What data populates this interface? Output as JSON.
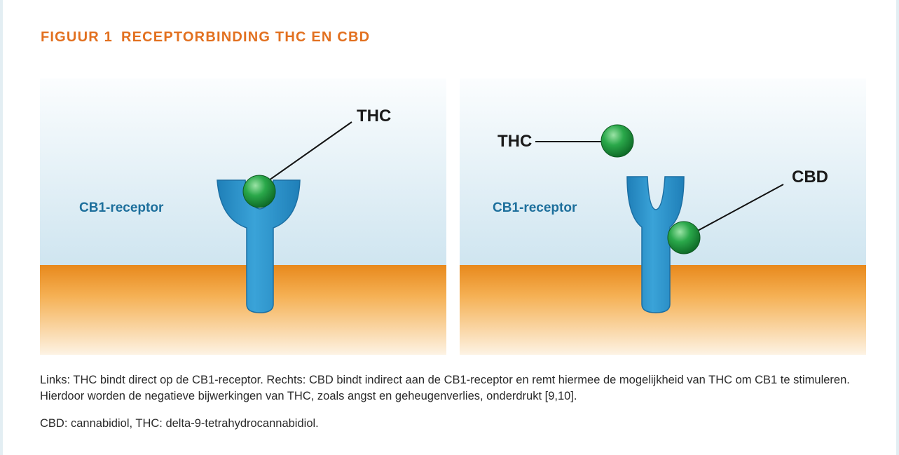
{
  "figure": {
    "number": "FIGUUR 1",
    "title": "RECEPTORBINDING THC EN CBD"
  },
  "panels": {
    "left": {
      "receptor_label": "CB1-receptor",
      "ligand_label": "THC"
    },
    "right": {
      "receptor_label": "CB1-receptor",
      "ligand_label_1": "THC",
      "ligand_label_2": "CBD"
    }
  },
  "captions": {
    "main": "Links: THC bindt direct op de CB1-receptor. Rechts: CBD bindt indirect aan de CB1-receptor en remt hiermee de mogelijkheid van THC om CB1 te stimuleren. Hierdoor worden de negatieve bijwerkingen van THC, zoals angst en geheugenverlies, onderdrukt [9,10].",
    "abbreviations": "CBD: cannabidiol, THC: delta-9-tetrahydrocannabidiol."
  },
  "colors": {
    "title": "#e2701f",
    "receptor": "#2f9ad2",
    "receptor_label": "#1d6f9c",
    "ligand": "#1e9a3c",
    "membrane": "#f4a43a",
    "sky_top": "#ffffff",
    "sky_bottom": "#cfe5f0"
  }
}
